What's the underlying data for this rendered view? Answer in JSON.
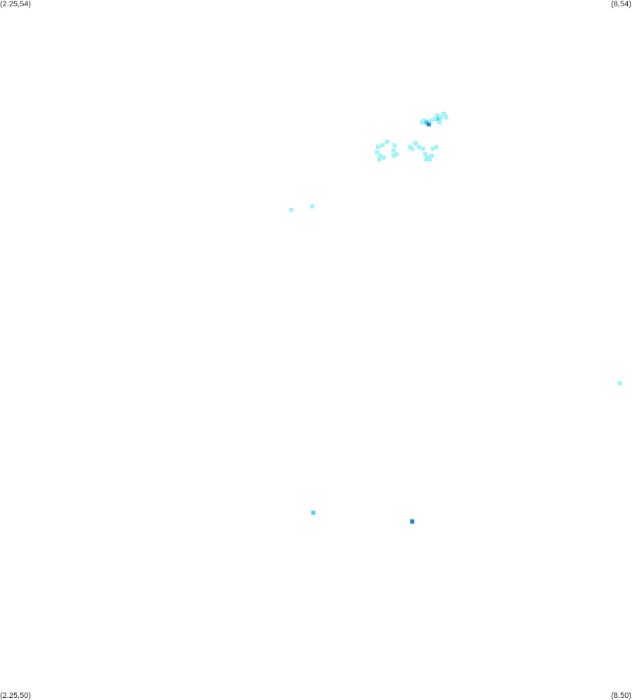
{
  "corners": {
    "top_left": "(2.25,54)",
    "top_right": "(8,54)",
    "bottom_left": "(2.25,50)",
    "bottom_right": "(8,50)"
  },
  "extent": {
    "lon_min": 2.25,
    "lon_max": 8,
    "lat_min": 50,
    "lat_max": 54
  },
  "colors": {
    "background": "#ffffff",
    "low": "#9ef4f8",
    "medium": "#5ccbee",
    "high": "#1e88d8"
  },
  "chart_data": {
    "type": "heatmap",
    "xlim": [
      2.25,
      8
    ],
    "ylim": [
      50,
      54
    ],
    "points": [
      {
        "lon": 6.09,
        "lat": 53.3,
        "level": "low"
      },
      {
        "lon": 6.11,
        "lat": 53.31,
        "level": "low"
      },
      {
        "lon": 6.13,
        "lat": 53.3,
        "level": "medium"
      },
      {
        "lon": 6.15,
        "lat": 53.29,
        "level": "high"
      },
      {
        "lon": 6.17,
        "lat": 53.31,
        "level": "low"
      },
      {
        "lon": 6.21,
        "lat": 53.32,
        "level": "low"
      },
      {
        "lon": 6.23,
        "lat": 53.34,
        "level": "low"
      },
      {
        "lon": 6.24,
        "lat": 53.32,
        "level": "medium"
      },
      {
        "lon": 6.26,
        "lat": 53.33,
        "level": "low"
      },
      {
        "lon": 6.29,
        "lat": 53.35,
        "level": "low"
      },
      {
        "lon": 6.31,
        "lat": 53.33,
        "level": "low"
      },
      {
        "lon": 6.25,
        "lat": 53.3,
        "level": "low"
      },
      {
        "lon": 5.77,
        "lat": 53.19,
        "level": "low"
      },
      {
        "lon": 5.69,
        "lat": 53.16,
        "level": "low"
      },
      {
        "lon": 5.73,
        "lat": 53.17,
        "level": "low"
      },
      {
        "lon": 5.68,
        "lat": 53.13,
        "level": "low"
      },
      {
        "lon": 5.71,
        "lat": 53.11,
        "level": "low"
      },
      {
        "lon": 5.74,
        "lat": 53.1,
        "level": "low"
      },
      {
        "lon": 5.7,
        "lat": 53.09,
        "level": "low"
      },
      {
        "lon": 5.83,
        "lat": 53.14,
        "level": "low"
      },
      {
        "lon": 5.84,
        "lat": 53.17,
        "level": "low"
      },
      {
        "lon": 5.83,
        "lat": 53.11,
        "level": "low"
      },
      {
        "lon": 5.86,
        "lat": 53.12,
        "level": "low"
      },
      {
        "lon": 5.98,
        "lat": 53.16,
        "level": "low"
      },
      {
        "lon": 6.0,
        "lat": 53.15,
        "level": "low"
      },
      {
        "lon": 6.03,
        "lat": 53.18,
        "level": "low"
      },
      {
        "lon": 6.06,
        "lat": 53.16,
        "level": "low"
      },
      {
        "lon": 6.1,
        "lat": 53.15,
        "level": "low"
      },
      {
        "lon": 6.12,
        "lat": 53.12,
        "level": "low"
      },
      {
        "lon": 6.14,
        "lat": 53.1,
        "level": "low"
      },
      {
        "lon": 6.16,
        "lat": 53.09,
        "level": "low"
      },
      {
        "lon": 6.13,
        "lat": 53.09,
        "level": "low"
      },
      {
        "lon": 6.18,
        "lat": 53.11,
        "level": "low"
      },
      {
        "lon": 6.22,
        "lat": 53.16,
        "level": "low"
      },
      {
        "lon": 6.19,
        "lat": 53.15,
        "level": "low"
      },
      {
        "lon": 4.9,
        "lat": 52.8,
        "level": "low"
      },
      {
        "lon": 5.09,
        "lat": 52.82,
        "level": "low"
      },
      {
        "lon": 7.89,
        "lat": 51.81,
        "level": "low"
      },
      {
        "lon": 5.1,
        "lat": 51.07,
        "level": "medium"
      },
      {
        "lon": 6.0,
        "lat": 51.02,
        "level": "high"
      }
    ]
  }
}
